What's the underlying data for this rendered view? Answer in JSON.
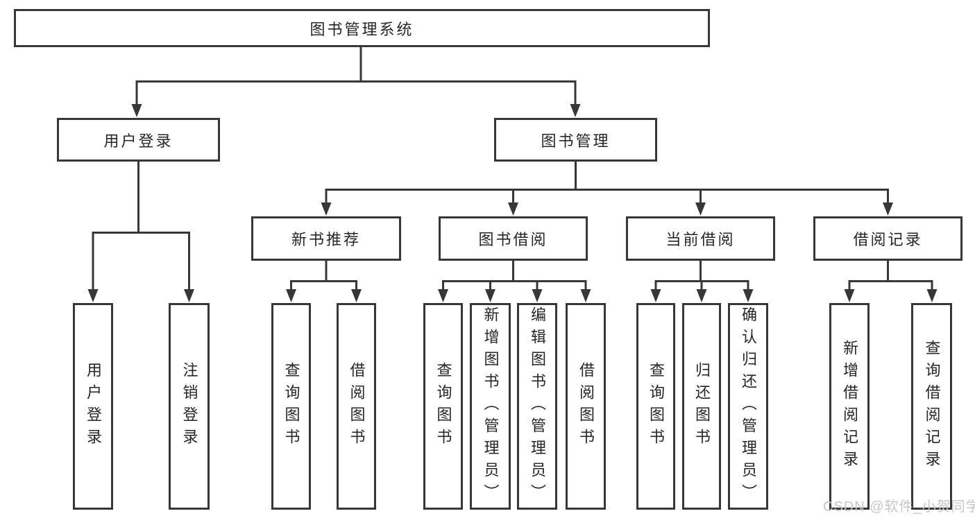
{
  "tree": {
    "root": "图书管理系统",
    "branches": [
      {
        "label": "用户登录",
        "children": [
          "用户登录",
          "注销登录"
        ]
      },
      {
        "label": "图书管理",
        "groups": [
          {
            "label": "新书推荐",
            "children": [
              "查询图书",
              "借阅图书"
            ]
          },
          {
            "label": "图书借阅",
            "children": [
              "查询图书",
              "新增图书（管理员）",
              "编辑图书（管理员）",
              "借阅图书"
            ]
          },
          {
            "label": "当前借阅",
            "children": [
              "查询图书",
              "归还图书",
              "确认归还（管理员）"
            ]
          },
          {
            "label": "借阅记录",
            "children": [
              "新增借阅记录",
              "查询借阅记录"
            ]
          }
        ]
      }
    ]
  },
  "watermark": "CSDN @软件_小贺同学",
  "colors": {
    "line": "#373737",
    "text": "#262626",
    "watermark": "#c6c6c6",
    "background": "#ffffff"
  }
}
